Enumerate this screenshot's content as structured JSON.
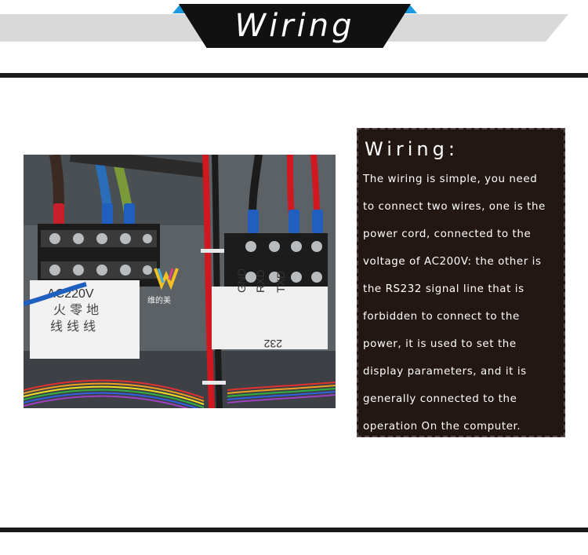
{
  "header": {
    "title": "Wiring"
  },
  "colors": {
    "banner_black": "#111111",
    "banner_grey": "#d9d9d9",
    "banner_accent": "#1e9be0",
    "panel_bg": "#231714",
    "text_white": "#ffffff"
  },
  "photo": {
    "label_left_top": "AC220V",
    "label_left_row1": "火 零 地",
    "label_left_row2": "线 线 线",
    "watermark": "维的美",
    "label_right_cols": [
      "GND",
      "RXD",
      "TXD"
    ],
    "label_right_bottom": "232"
  },
  "panel": {
    "title": "Wiring:",
    "lines": [
      "The wiring is simple, you need",
      "to connect two wires, one is the",
      "power cord, connected to the",
      "voltage of AC200V: the other is",
      "the RS232 signal line that is",
      "forbidden to connect to the",
      "power, it is used to set the",
      "display parameters, and it is",
      "generally connected to the",
      "operation On the computer."
    ]
  }
}
